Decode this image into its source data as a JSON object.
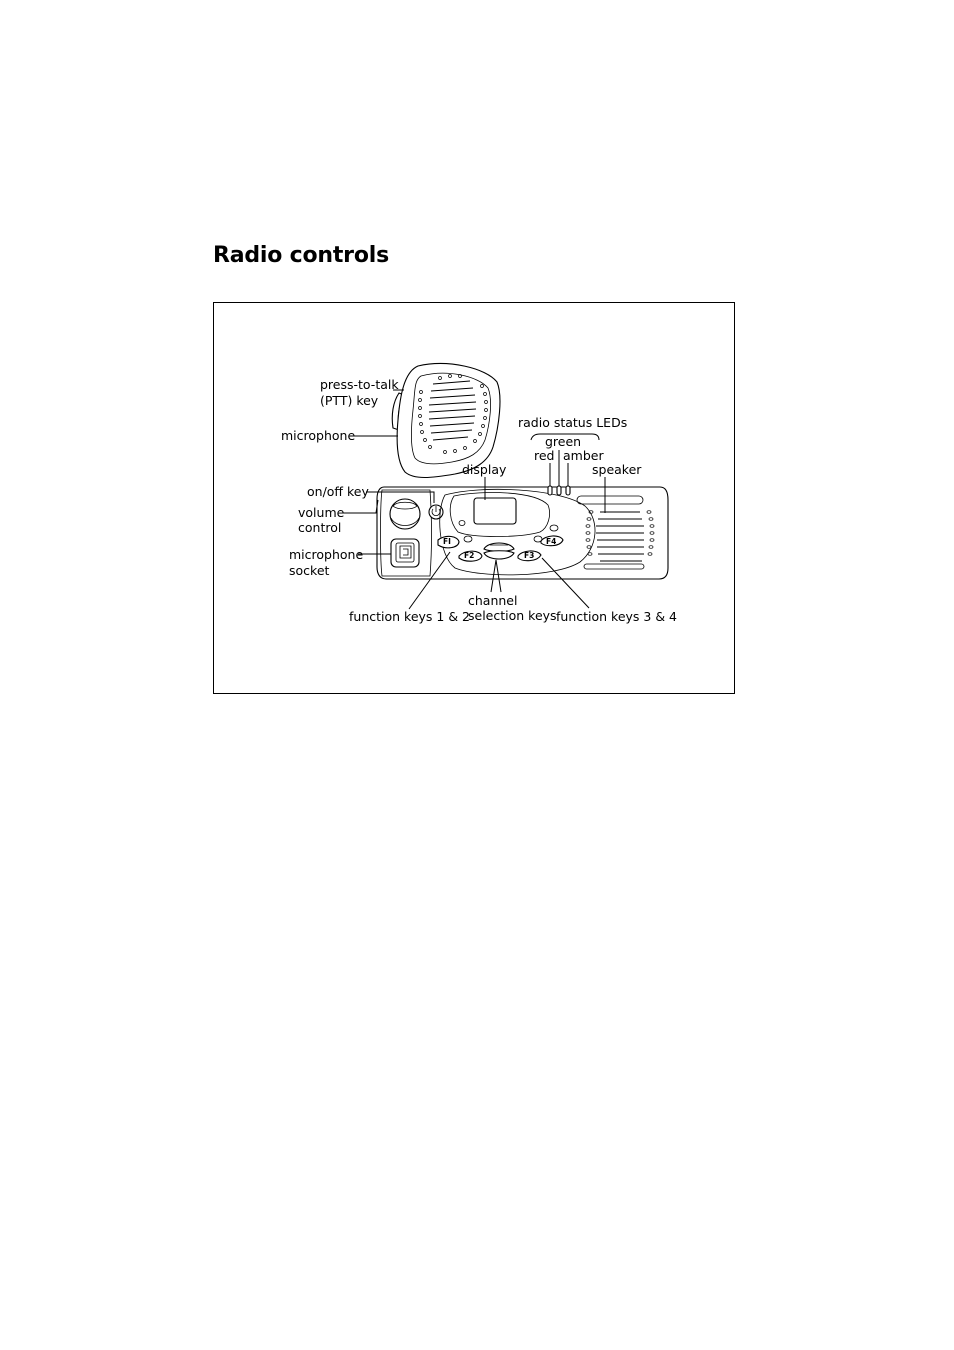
{
  "page": {
    "heading": "Radio controls"
  },
  "diagram": {
    "labels": {
      "ptt_line1": "press-to-talk",
      "ptt_line2": "(PTT) key",
      "microphone": "microphone",
      "on_off_key": "on/off key",
      "volume_line1": "volume",
      "volume_line2": "control",
      "mic_socket_line1": "microphone",
      "mic_socket_line2": "socket",
      "display": "display",
      "radio_status_leds": "radio status LEDs",
      "green": "green",
      "red": "red",
      "amber": "amber",
      "speaker": "speaker",
      "function_keys_1_2": "function keys 1 & 2",
      "channel_line1": "channel",
      "channel_line2": "selection keys",
      "function_keys_3_4": "function keys 3 & 4"
    },
    "key_labels": {
      "f1": "FI",
      "f2": "F2",
      "f3": "F3",
      "f4": "F4"
    }
  }
}
